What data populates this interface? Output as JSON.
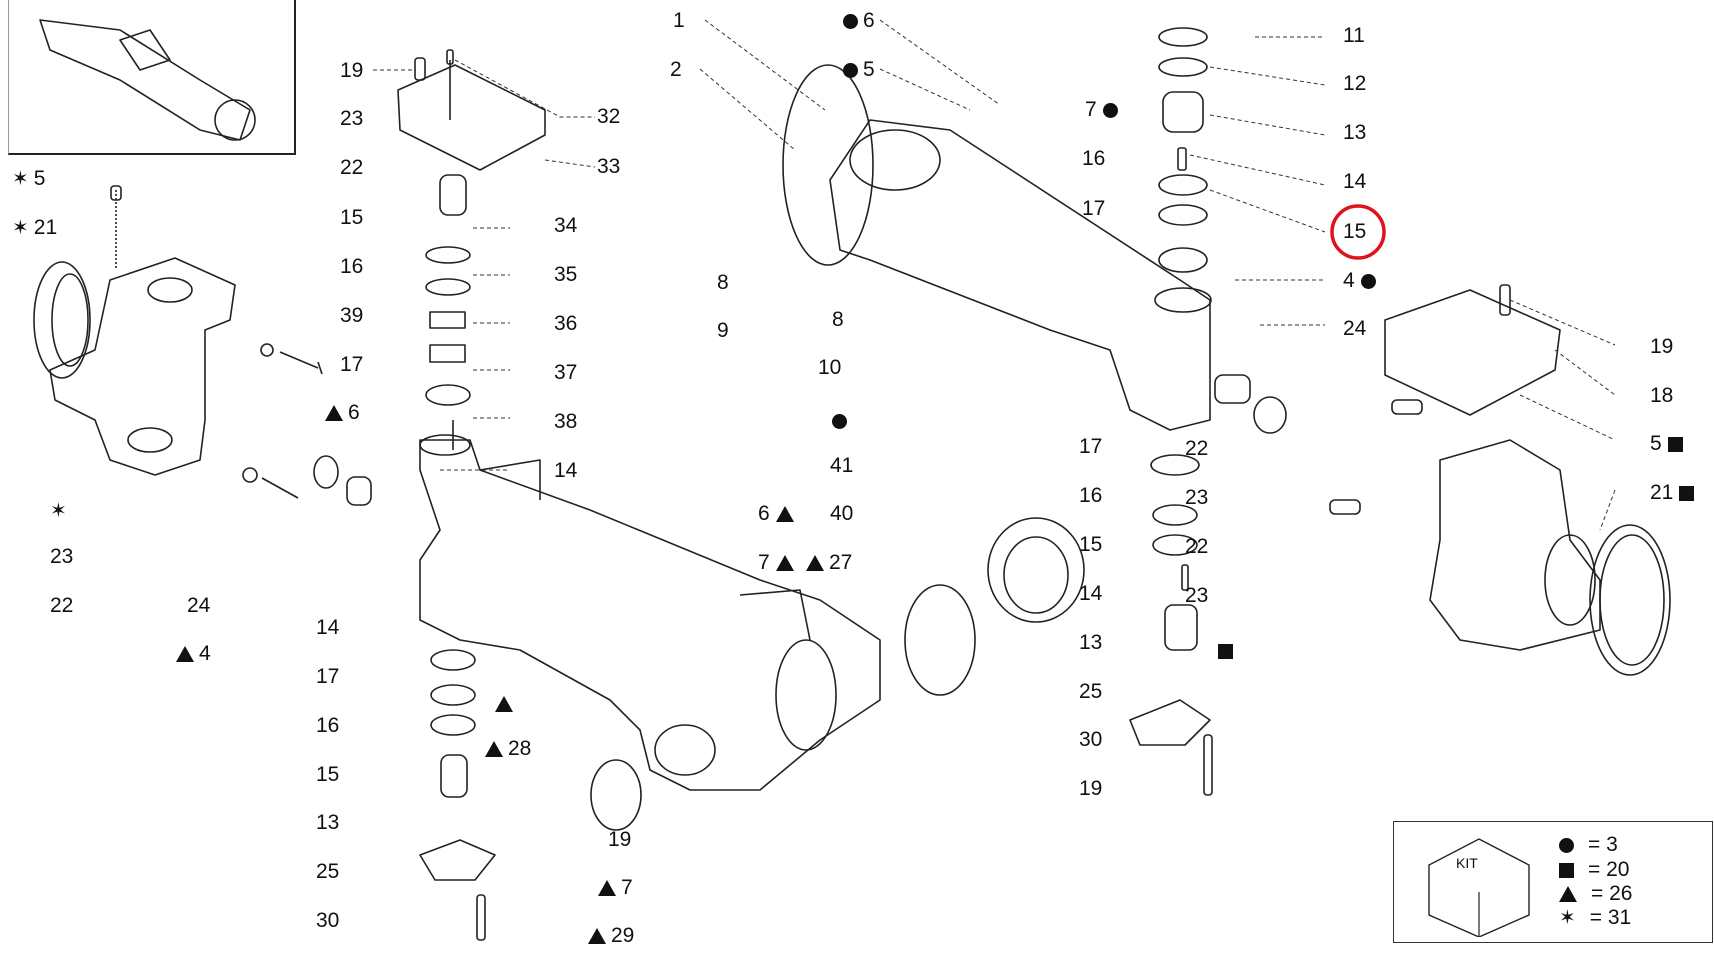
{
  "diagram": {
    "type": "exploded-parts-diagram",
    "subject": "front axle assembly",
    "highlighted_part": "15",
    "highlight_color": "#e0131a",
    "callouts": [
      {
        "id": "c-19-tl",
        "text": "19",
        "symbol": ""
      },
      {
        "id": "c-32",
        "text": "32",
        "symbol": ""
      },
      {
        "id": "c-33",
        "text": "33",
        "symbol": ""
      },
      {
        "id": "c-23-top",
        "text": "23",
        "symbol": ""
      },
      {
        "id": "c-22-top",
        "text": "22",
        "symbol": ""
      },
      {
        "id": "c-15-l",
        "text": "15",
        "symbol": ""
      },
      {
        "id": "c-16-l",
        "text": "16",
        "symbol": ""
      },
      {
        "id": "c-34",
        "text": "34",
        "symbol": ""
      },
      {
        "id": "c-35",
        "text": "35",
        "symbol": ""
      },
      {
        "id": "c-39",
        "text": "39",
        "symbol": ""
      },
      {
        "id": "c-36",
        "text": "36",
        "symbol": ""
      },
      {
        "id": "c-17-l",
        "text": "17",
        "symbol": ""
      },
      {
        "id": "c-37",
        "text": "37",
        "symbol": ""
      },
      {
        "id": "c-6-tri",
        "text": "6",
        "symbol": "triangle"
      },
      {
        "id": "c-38",
        "text": "38",
        "symbol": ""
      },
      {
        "id": "c-14-l",
        "text": "14",
        "symbol": ""
      },
      {
        "id": "c-5-star",
        "text": "5",
        "symbol": "star"
      },
      {
        "id": "c-21-star",
        "text": "21",
        "symbol": "star"
      },
      {
        "id": "c-star",
        "text": "",
        "symbol": "star"
      },
      {
        "id": "c-23-bl",
        "text": "23",
        "symbol": ""
      },
      {
        "id": "c-22-bl",
        "text": "22",
        "symbol": ""
      },
      {
        "id": "c-24-bl",
        "text": "24",
        "symbol": ""
      },
      {
        "id": "c-4-tri",
        "text": "4",
        "symbol": "triangle"
      },
      {
        "id": "c-14-b",
        "text": "14",
        "symbol": ""
      },
      {
        "id": "c-17-b",
        "text": "17",
        "symbol": ""
      },
      {
        "id": "c-tri-b",
        "text": "",
        "symbol": "triangle"
      },
      {
        "id": "c-16-b",
        "text": "16",
        "symbol": ""
      },
      {
        "id": "c-28",
        "text": "28",
        "symbol": "triangle"
      },
      {
        "id": "c-15-b",
        "text": "15",
        "symbol": ""
      },
      {
        "id": "c-13-b",
        "text": "13",
        "symbol": ""
      },
      {
        "id": "c-19-b",
        "text": "19",
        "symbol": ""
      },
      {
        "id": "c-25-b",
        "text": "25",
        "symbol": ""
      },
      {
        "id": "c-7-tri-b",
        "text": "7",
        "symbol": "triangle"
      },
      {
        "id": "c-30-b",
        "text": "30",
        "symbol": ""
      },
      {
        "id": "c-29",
        "text": "29",
        "symbol": "triangle"
      },
      {
        "id": "c-1",
        "text": "1",
        "symbol": ""
      },
      {
        "id": "c-2",
        "text": "2",
        "symbol": ""
      },
      {
        "id": "c-6-circ",
        "text": "6",
        "symbol": "circle"
      },
      {
        "id": "c-5-circ",
        "text": "5",
        "symbol": "circle"
      },
      {
        "id": "c-7-circ",
        "text": "7",
        "symbol": "circle"
      },
      {
        "id": "c-8-a",
        "text": "8",
        "symbol": ""
      },
      {
        "id": "c-9",
        "text": "9",
        "symbol": ""
      },
      {
        "id": "c-8-b",
        "text": "8",
        "symbol": ""
      },
      {
        "id": "c-10",
        "text": "10",
        "symbol": ""
      },
      {
        "id": "c-circ-m",
        "text": "",
        "symbol": "circle"
      },
      {
        "id": "c-41",
        "text": "41",
        "symbol": ""
      },
      {
        "id": "c-40",
        "text": "40",
        "symbol": ""
      },
      {
        "id": "c-6-tri-m",
        "text": "6",
        "symbol": "triangle"
      },
      {
        "id": "c-7-tri-m",
        "text": "7",
        "symbol": "triangle"
      },
      {
        "id": "c-27",
        "text": "27",
        "symbol": "triangle"
      },
      {
        "id": "c-11",
        "text": "11",
        "symbol": ""
      },
      {
        "id": "c-12",
        "text": "12",
        "symbol": ""
      },
      {
        "id": "c-13-r",
        "text": "13",
        "symbol": ""
      },
      {
        "id": "c-16-r",
        "text": "16",
        "symbol": ""
      },
      {
        "id": "c-14-r",
        "text": "14",
        "symbol": ""
      },
      {
        "id": "c-17-r",
        "text": "17",
        "symbol": ""
      },
      {
        "id": "c-15-r",
        "text": "15",
        "symbol": ""
      },
      {
        "id": "c-4-circ",
        "text": "4",
        "symbol": "circle"
      },
      {
        "id": "c-24-r",
        "text": "24",
        "symbol": ""
      },
      {
        "id": "c-19-r",
        "text": "19",
        "symbol": ""
      },
      {
        "id": "c-18",
        "text": "18",
        "symbol": ""
      },
      {
        "id": "c-17-rb",
        "text": "17",
        "symbol": ""
      },
      {
        "id": "c-22-r1",
        "text": "22",
        "symbol": ""
      },
      {
        "id": "c-5-sq",
        "text": "5",
        "symbol": "square"
      },
      {
        "id": "c-16-rb",
        "text": "16",
        "symbol": ""
      },
      {
        "id": "c-23-r1",
        "text": "23",
        "symbol": ""
      },
      {
        "id": "c-21-sq",
        "text": "21",
        "symbol": "square"
      },
      {
        "id": "c-15-rb",
        "text": "15",
        "symbol": ""
      },
      {
        "id": "c-22-r2",
        "text": "22",
        "symbol": ""
      },
      {
        "id": "c-14-rb",
        "text": "14",
        "symbol": ""
      },
      {
        "id": "c-23-r2",
        "text": "23",
        "symbol": ""
      },
      {
        "id": "c-13-rb",
        "text": "13",
        "symbol": ""
      },
      {
        "id": "c-sq-r",
        "text": "",
        "symbol": "square"
      },
      {
        "id": "c-25-rb",
        "text": "25",
        "symbol": ""
      },
      {
        "id": "c-30-rb",
        "text": "30",
        "symbol": ""
      },
      {
        "id": "c-19-rb",
        "text": "19",
        "symbol": ""
      }
    ]
  },
  "legend": {
    "title": "KIT",
    "entries": [
      {
        "symbol": "circle",
        "text": "= 3"
      },
      {
        "symbol": "square",
        "text": "= 20"
      },
      {
        "symbol": "triangle",
        "text": "= 26"
      },
      {
        "symbol": "star",
        "text": "= 31"
      }
    ]
  }
}
